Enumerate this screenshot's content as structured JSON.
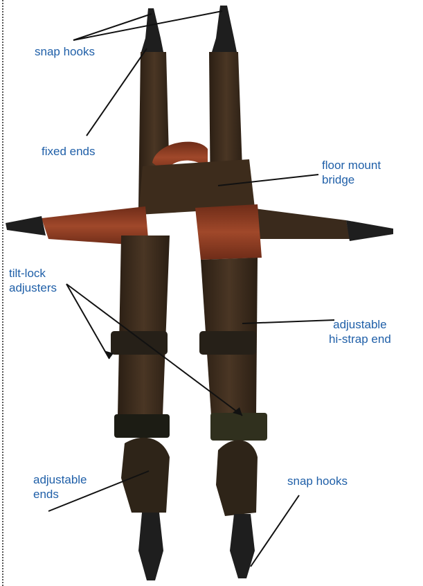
{
  "labels": {
    "snap_hooks_top": "snap hooks",
    "fixed_ends": "fixed ends",
    "floor_mount_bridge": "floor mount\nbridge",
    "tilt_lock_adjusters": "tilt-lock\nadjusters",
    "adjustable_hi_strap_end": "adjustable\nhi-strap end",
    "adjustable_ends": "adjustable\nends",
    "snap_hooks_bottom": "snap hooks"
  },
  "colors": {
    "label_text": "#1f5fa8",
    "leader_line": "#111111",
    "webbing_dark": "#3a2a1c",
    "webbing_red": "#8a3a22",
    "hardware": "#2a2a2a"
  }
}
